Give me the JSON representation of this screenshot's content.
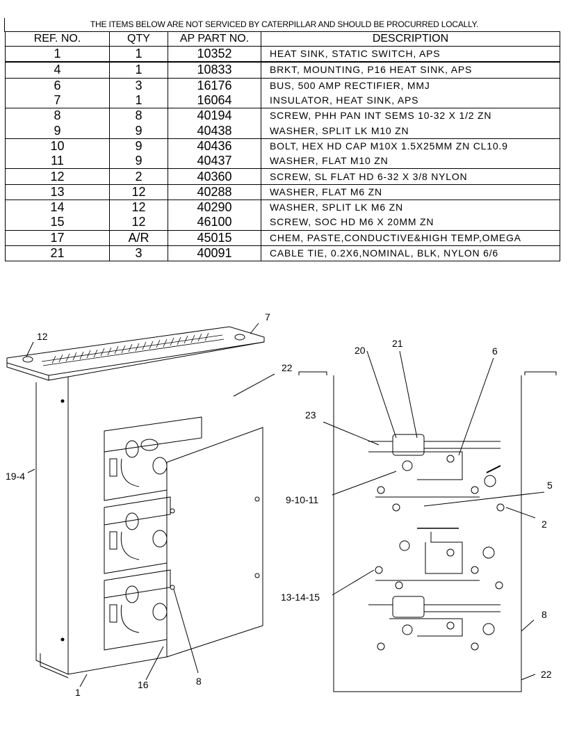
{
  "notice": "THE ITEMS BELOW ARE NOT SERVICED BY CATERPILLAR AND SHOULD BE PROCURRED LOCALLY.",
  "table": {
    "headers": {
      "ref": "REF. NO.",
      "qty": "QTY",
      "part": "AP PART NO.",
      "desc": "DESCRIPTION"
    },
    "rows": [
      {
        "ref": "1",
        "qty": "1",
        "part": "10352",
        "desc": "HEAT SINK, STATIC SWITCH, APS"
      },
      {
        "ref": "4",
        "qty": "1",
        "part": "10833",
        "desc": "BRKT, MOUNTING, P16 HEAT SINK, APS"
      },
      {
        "ref": "6",
        "qty": "3",
        "part": "16176",
        "desc": "BUS, 500 AMP RECTIFIER, MMJ"
      },
      {
        "ref": "7",
        "qty": "1",
        "part": "16064",
        "desc": "INSULATOR, HEAT SINK, APS"
      },
      {
        "ref": "8",
        "qty": "8",
        "part": "40194",
        "desc": "SCREW, PHH PAN INT SEMS 10-32 X 1/2 ZN"
      },
      {
        "ref": "9",
        "qty": "9",
        "part": "40438",
        "desc": "WASHER, SPLIT LK M10 ZN"
      },
      {
        "ref": "10",
        "qty": "9",
        "part": "40436",
        "desc": "BOLT, HEX HD CAP M10X 1.5X25MM ZN CL10.9"
      },
      {
        "ref": "11",
        "qty": "9",
        "part": "40437",
        "desc": "WASHER, FLAT M10 ZN"
      },
      {
        "ref": "12",
        "qty": "2",
        "part": "40360",
        "desc": "SCREW, SL FLAT HD 6-32 X 3/8 NYLON"
      },
      {
        "ref": "13",
        "qty": "12",
        "part": "40288",
        "desc": "WASHER, FLAT M6 ZN"
      },
      {
        "ref": "14",
        "qty": "12",
        "part": "40290",
        "desc": "WASHER, SPLIT LK M6 ZN"
      },
      {
        "ref": "15",
        "qty": "12",
        "part": "46100",
        "desc": "SCREW, SOC HD M6 X 20MM ZN"
      },
      {
        "ref": "17",
        "qty": "A/R",
        "part": "45015",
        "desc": "CHEM, PASTE,CONDUCTIVE&HIGH TEMP,OMEGA"
      },
      {
        "ref": "21",
        "qty": "3",
        "part": "40091",
        "desc": "CABLE TIE, 0.2X6,NOMINAL, BLK, NYLON 6/6"
      }
    ]
  },
  "callouts": {
    "c7": "7",
    "c12": "12",
    "c22a": "22",
    "c19_4": "19-4",
    "c1": "1",
    "c16": "16",
    "c8a": "8",
    "c20": "20",
    "c21": "21",
    "c6": "6",
    "c23": "23",
    "c9_10_11": "9-10-11",
    "c5": "5",
    "c2": "2",
    "c13_14_15": "13-14-15",
    "c8b": "8",
    "c22b": "22"
  }
}
